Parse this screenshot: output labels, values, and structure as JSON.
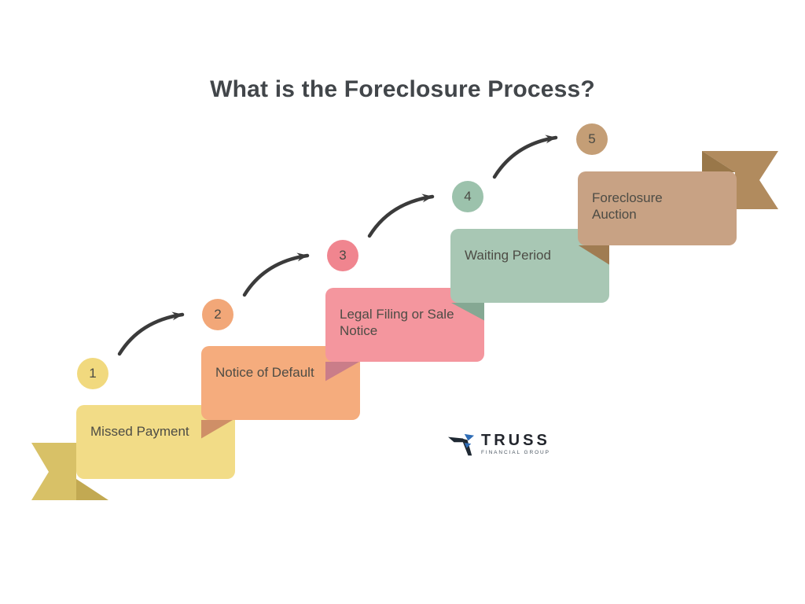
{
  "title": "What is the Foreclosure Process?",
  "steps": [
    {
      "number": "1",
      "label": "Missed Payment",
      "box_color": "#f2dc87",
      "circle_color": "#f1d97e"
    },
    {
      "number": "2",
      "label": "Notice of Default",
      "box_color": "#f5ac7d",
      "circle_color": "#f2a778",
      "fold_color": "#cf8f67"
    },
    {
      "number": "3",
      "label": "Legal Filing or Sale\nNotice",
      "box_color": "#f4969e",
      "circle_color": "#f0858f",
      "fold_color": "#ca7d89"
    },
    {
      "number": "4",
      "label": "Waiting Period",
      "box_color": "#a8c7b4",
      "circle_color": "#9cc2ac",
      "fold_color": "#85a893"
    },
    {
      "number": "5",
      "label": "Foreclosure\nAuction",
      "box_color": "#c8a284",
      "circle_color": "#c49e76",
      "fold_color": "#a07c52"
    }
  ],
  "ribbons": {
    "start_color": "#d8c167",
    "start_fold_color": "#c2a952",
    "end_color": "#b18b5e",
    "end_fold_color": "#997749"
  },
  "arrow_color": "#3b3b3b",
  "logo": {
    "name": "TRUSS",
    "subtitle": "FINANCIAL GROUP",
    "navy": "#1f2933",
    "blue": "#2e6cb5"
  }
}
